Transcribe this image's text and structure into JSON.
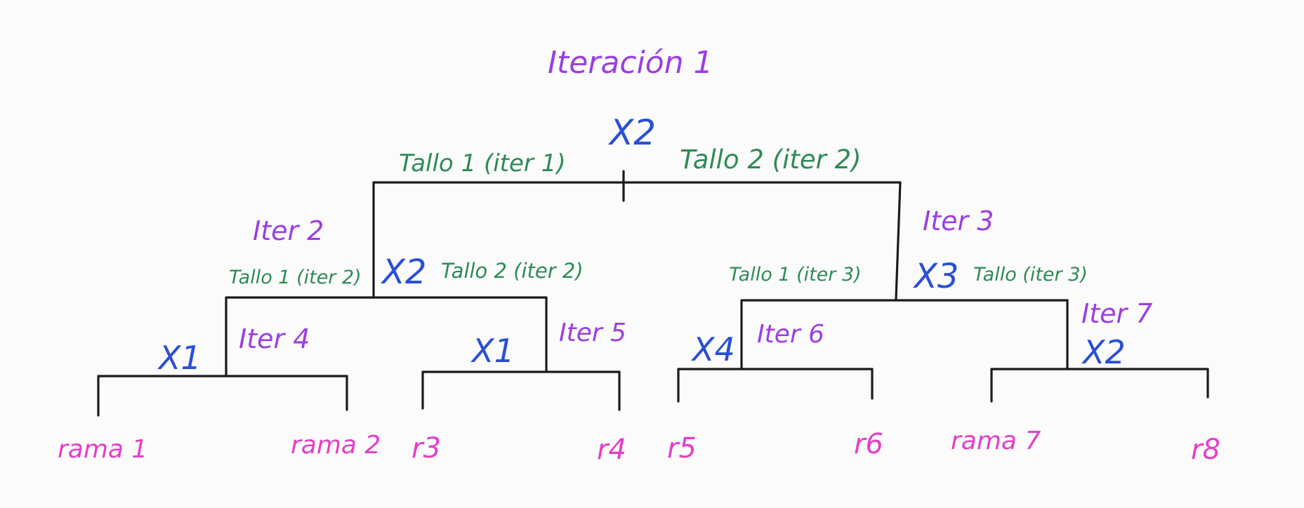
{
  "colors": {
    "title": "#9b3fe0",
    "iteration": "#9b3fe0",
    "variable": "#2a4fd6",
    "stem": "#2e8b57",
    "leaf": "#e23fc8",
    "line": "#1b1b1b",
    "background": "#fbfbfb"
  },
  "title": "Iteración 1",
  "variables": {
    "root": "X2",
    "left": "X2",
    "right": "X3",
    "left_left": "X1",
    "left_right": "X1",
    "right_left": "X4",
    "right_right": "X2"
  },
  "iterations": {
    "iter2": "Iter 2",
    "iter3": "Iter 3",
    "iter4": "Iter 4",
    "iter5": "Iter 5",
    "iter6": "Iter 6",
    "iter7": "Iter 7"
  },
  "stems": {
    "root_left": "Tallo 1 (iter 1)",
    "root_right": "Tallo 2 (iter 2)",
    "left_left": "Tallo 1 (iter 2)",
    "left_right": "Tallo 2 (iter 2)",
    "right_left": "Tallo 1 (iter 3)",
    "right_right": "Tallo (iter 3)"
  },
  "leaves": [
    "rama 1",
    "rama 2",
    "r3",
    "r4",
    "r5",
    "r6",
    "rama 7",
    "r8"
  ]
}
